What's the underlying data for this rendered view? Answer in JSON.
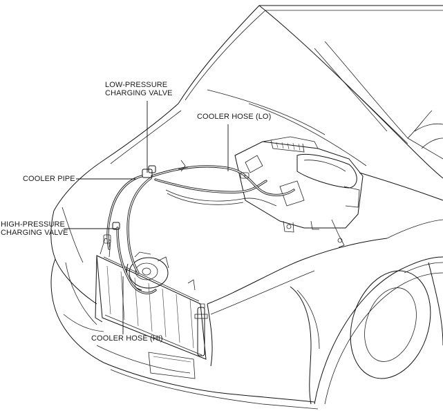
{
  "labels": {
    "low_pressure_valve_line1": "LOW-PRESSURE",
    "low_pressure_valve_line2": "CHARGING VALVE",
    "cooler_hose_lo": "COOLER HOSE (LO)",
    "cooler_pipe": "COOLER PIPE",
    "high_pressure_valve_line1": "HIGH-PRESSURE",
    "high_pressure_valve_line2": "CHARGING VALVE",
    "cooler_hose_hi": "COOLER HOSE (HI)"
  }
}
